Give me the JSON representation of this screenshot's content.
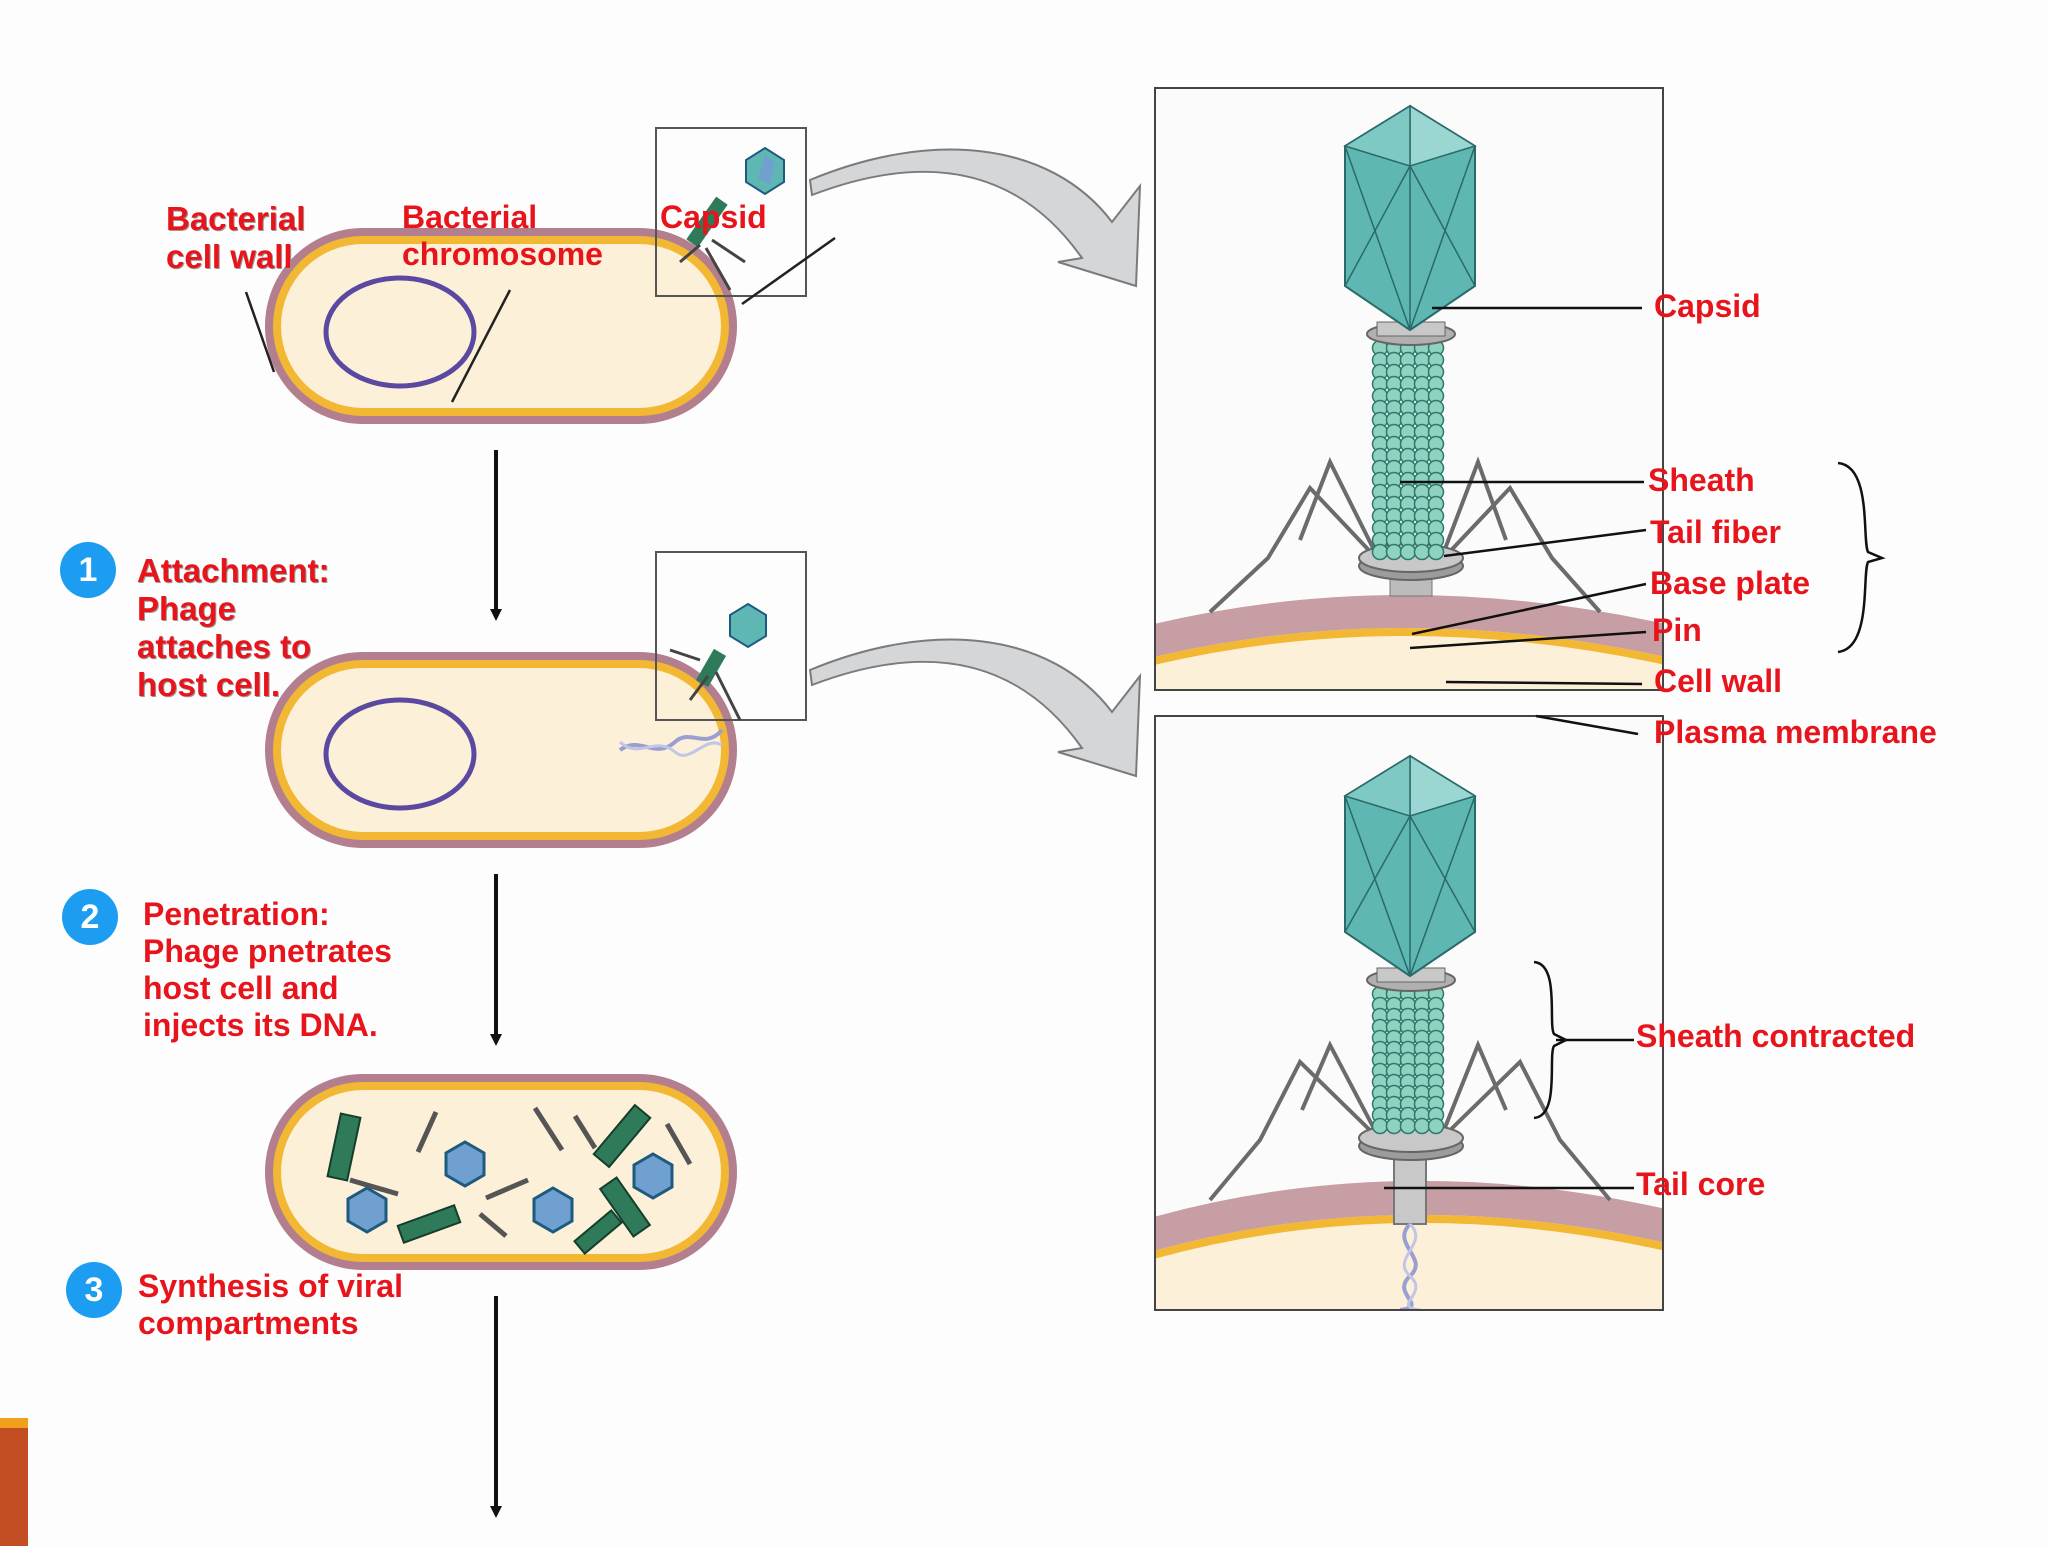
{
  "colors": {
    "label": "#e8141c",
    "badge": "#1c9df2",
    "cell_wall": "#b37f8f",
    "cell_membrane": "#f2b833",
    "cytoplasm": "#fdf0d8",
    "chromosome": "#5b48a0",
    "capsid": "#5fb7b4",
    "sheath": "#8fd2c2",
    "arrow_fill": "#d5d6d8",
    "accent": "#c34e23"
  },
  "left": {
    "labels": {
      "cell_wall": [
        "Bacterial",
        "cell wall"
      ],
      "chromosome": [
        "Bacterial",
        "chromosome"
      ],
      "capsid": "Capsid"
    },
    "steps": [
      {
        "number": "1",
        "lines": [
          "Attachment:",
          "Phage",
          "attaches to",
          "host cell."
        ]
      },
      {
        "number": "2",
        "lines": [
          "Penetration:",
          "Phage pnetrates",
          "host cell and",
          "injects its DNA."
        ]
      },
      {
        "number": "3",
        "lines": [
          "Synthesis of viral",
          "compartments"
        ]
      }
    ]
  },
  "right": {
    "labels": {
      "capsid": "Capsid",
      "sheath": "Sheath",
      "tail_fiber": "Tail fiber",
      "base_plate": "Base plate",
      "pin": "Pin",
      "cell_wall": "Cell wall",
      "plasma_membrane": "Plasma membrane",
      "sheath_contracted": "Sheath contracted",
      "tail_core": "Tail core"
    }
  }
}
